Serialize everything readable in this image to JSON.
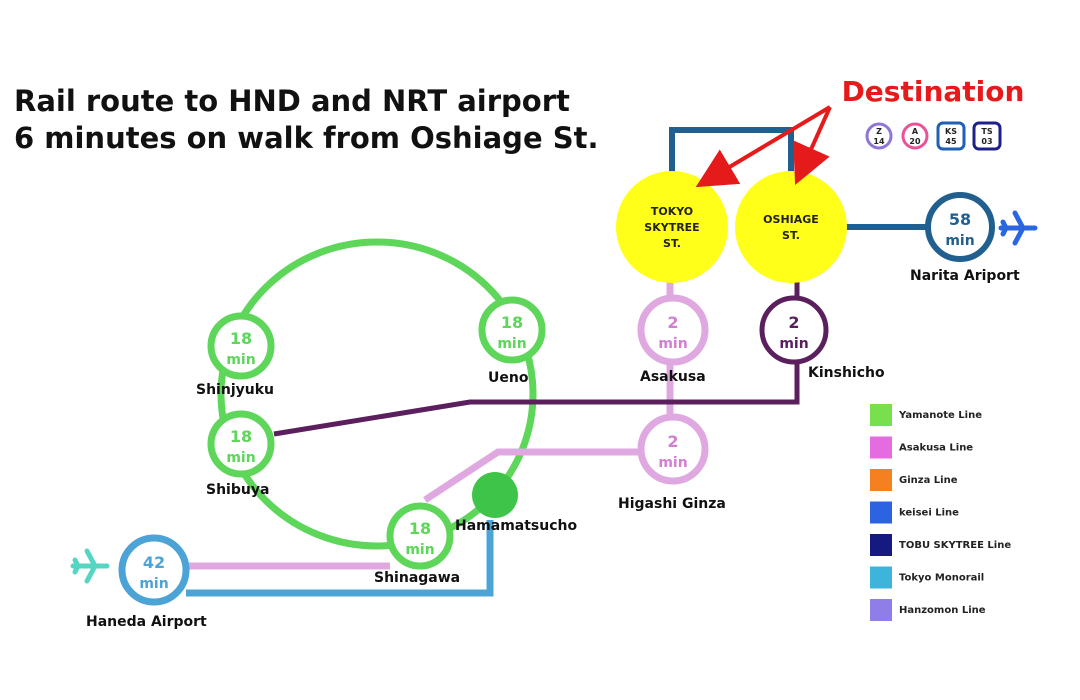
{
  "title": {
    "line1": "Rail route to HND and NRT airport",
    "line2": "6 minutes on walk from Oshiage St."
  },
  "destination_label": "Destination",
  "line_badges": [
    {
      "letter": "Z",
      "num": "14",
      "color": "#8f76d6"
    },
    {
      "letter": "A",
      "num": "20",
      "color": "#e85298"
    },
    {
      "letter": "KS",
      "num": "45",
      "color": "#1f5fb7"
    },
    {
      "letter": "TS",
      "num": "03",
      "color": "#1d2088"
    }
  ],
  "destinations": [
    {
      "id": "skytree",
      "lines": [
        "TOKYO",
        "SKYTREE",
        "ST."
      ]
    },
    {
      "id": "oshiage",
      "lines": [
        "OSHIAGE",
        "ST."
      ]
    }
  ],
  "stations": [
    {
      "id": "shinjyuku",
      "name": "Shinjyuku",
      "minutes": "18",
      "unit": "min",
      "line": "Yamanote Line"
    },
    {
      "id": "shibuya",
      "name": "Shibuya",
      "minutes": "18",
      "unit": "min",
      "line": "Yamanote Line"
    },
    {
      "id": "ueno",
      "name": "Ueno",
      "minutes": "18",
      "unit": "min",
      "line": "Yamanote Line"
    },
    {
      "id": "shinagawa",
      "name": "Shinagawa",
      "minutes": "18",
      "unit": "min",
      "line": "Yamanote Line"
    },
    {
      "id": "asakusa",
      "name": "Asakusa",
      "minutes": "2",
      "unit": "min",
      "line": "Asakusa Line"
    },
    {
      "id": "higashi-ginza",
      "name": "Higashi Ginza",
      "minutes": "2",
      "unit": "min",
      "line": "Asakusa Line"
    },
    {
      "id": "kinshicho",
      "name": "Kinshicho",
      "minutes": "2",
      "unit": "min",
      "line": "TOBU SKYTREE Line"
    },
    {
      "id": "narita",
      "name": "Narita Ariport",
      "minutes": "58",
      "unit": "min",
      "line": "keisei Line"
    },
    {
      "id": "haneda",
      "name": "Haneda  Airport",
      "minutes": "42",
      "unit": "min",
      "line": "Tokyo Monorail"
    }
  ],
  "hamamatsucho": {
    "name": "Hamamatsucho"
  },
  "legend": [
    {
      "label": "Yamanote Line",
      "color": "#79e04d"
    },
    {
      "label": "Asakusa Line",
      "color": "#e46be0"
    },
    {
      "label": "Ginza Line",
      "color": "#f58020"
    },
    {
      "label": "keisei Line",
      "color": "#2d62e0"
    },
    {
      "label": "TOBU SKYTREE Line",
      "color": "#161a80"
    },
    {
      "label": "Tokyo Monorail",
      "color": "#3cb4dc"
    },
    {
      "label": "Hanzomon Line",
      "color": "#8f7ee8"
    }
  ],
  "colors": {
    "yamanote": "#5dd65a",
    "asakusa": "#e0a8e0",
    "tobu": "#5b1f5e",
    "keisei": "#215f8e",
    "monorail": "#4ba3d6",
    "destination": "#ffff1a",
    "arrow": "#e51b1b",
    "airplane": "#2a66e0",
    "airplane_haneda": "#55d6c2"
  }
}
